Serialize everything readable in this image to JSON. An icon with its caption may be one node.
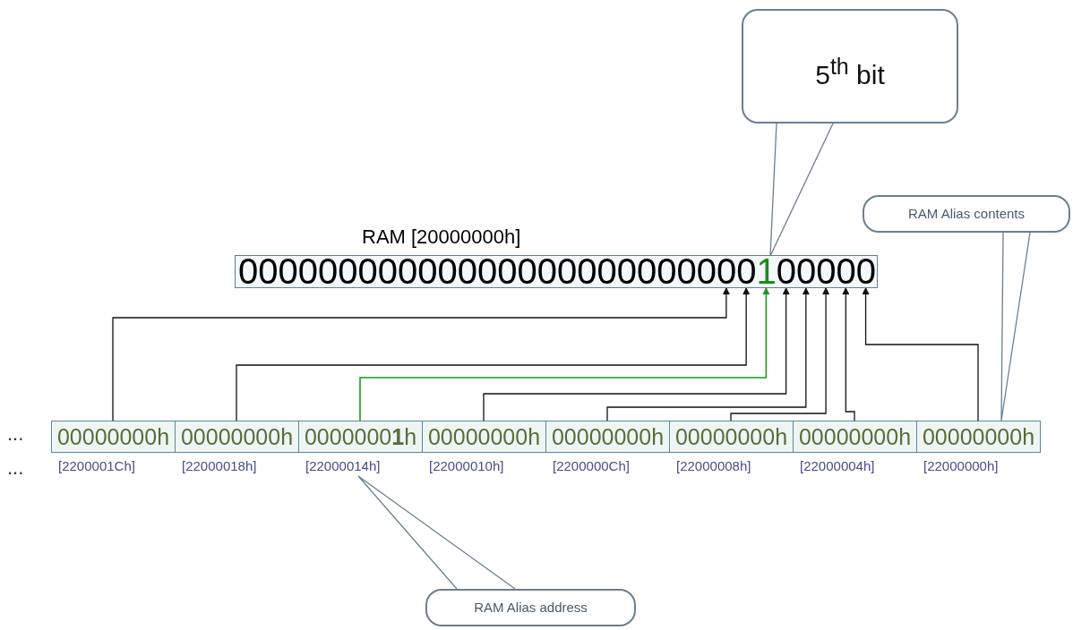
{
  "diagram": {
    "nodes": [
      {
        "text": [
          "RAM [20000000h]",
          "00000000000000000000000000100000"
        ]
      },
      {
        "text": [
          "00000000h"
        ],
        "beside": [
          "[2200001Ch]"
        ]
      },
      {
        "text": [
          "00000000h"
        ],
        "beside": [
          "[22000018h]"
        ]
      },
      {
        "text": [
          "0000000**1**h"
        ],
        "beside": [
          "[22000014h]"
        ]
      },
      {
        "text": [
          "00000000h"
        ],
        "beside": [
          "[22000010h]"
        ]
      },
      {
        "text": [
          "00000000h"
        ],
        "beside": [
          "[2200000Ch]"
        ]
      },
      {
        "text": [
          "00000000h"
        ],
        "beside": [
          "[22000008h]"
        ]
      },
      {
        "text": [
          "00000000h"
        ],
        "beside": [
          "[22000004h]"
        ]
      },
      {
        "text": [
          "00000000h"
        ],
        "beside": [
          "[22000000h]"
        ]
      },
      {
        "text": [
          "5$^{th}$ bit"
        ]
      },
      {
        "text": [
          "RAM Alias contents"
        ]
      },
      {
        "text": [
          "RAM Alias address"
        ]
      }
    ],
    "edges": [
      {
        "from": 1,
        "to": 0,
        "arrow": "to"
      },
      {
        "from": 2,
        "to": 0,
        "arrow": "to"
      },
      {
        "from": 3,
        "to": 0,
        "arrow": "to",
        "color": "#1a9a1a"
      },
      {
        "from": 4,
        "to": 0,
        "arrow": "to"
      },
      {
        "from": 5,
        "to": 0,
        "arrow": "to"
      },
      {
        "from": 6,
        "to": 0,
        "arrow": "to"
      },
      {
        "from": 7,
        "to": 0,
        "arrow": "to"
      },
      {
        "from": 8,
        "to": 0,
        "arrow": "to"
      },
      {
        "from": 9,
        "to": null,
        "arrow": "none",
        "color": "#6a7f8f"
      },
      {
        "from": 10,
        "to": 8,
        "arrow": "none",
        "color": "#6a7f8f"
      },
      {
        "from": 11,
        "to": 3,
        "arrow": "none",
        "color": "#6a7f8f"
      }
    ],
    "labels": [
      "...",
      "..."
    ]
  }
}
